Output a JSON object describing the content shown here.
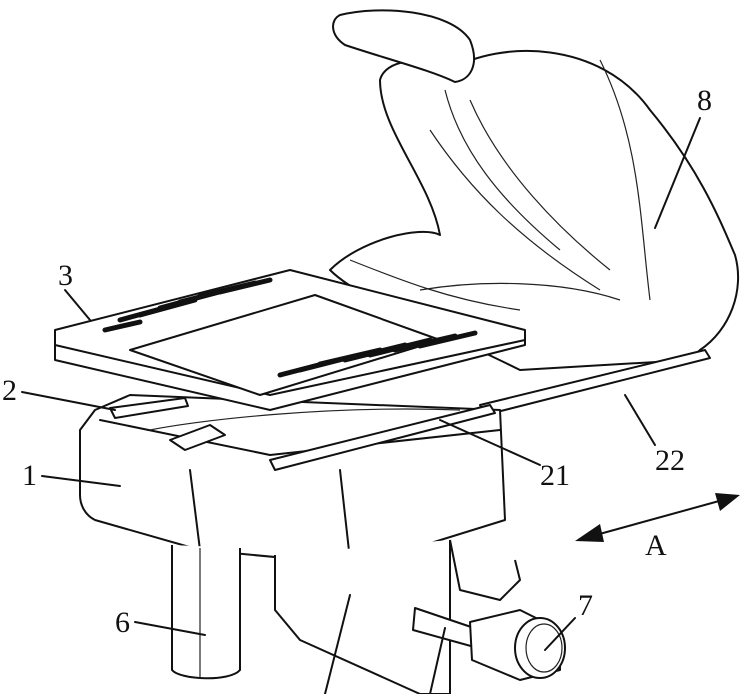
{
  "figure": {
    "labels": {
      "base": "1",
      "rail": "2",
      "tray": "3",
      "post": "6",
      "knob": "7",
      "seat": "8",
      "inner_rail": "21",
      "outer_rail": "22",
      "direction": "A"
    }
  }
}
